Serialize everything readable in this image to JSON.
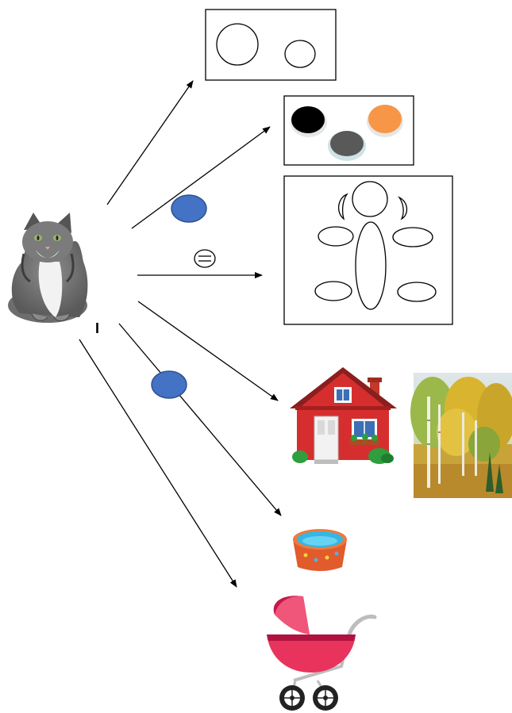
{
  "diagram": {
    "marker_letter": "I",
    "colors": {
      "arrow": "#000000",
      "blue_marker": "#4472c4",
      "paint_black": "#000000",
      "paint_gray": "#595959",
      "paint_orange": "#f79646",
      "house_red": "#d62e2e",
      "bowl_blue": "#34b7e6",
      "stroller_pink": "#e8335c"
    },
    "nodes": [
      "cat-picture",
      "two-circles-card",
      "paint-colors-card",
      "body-parts-card",
      "house-picture",
      "autumn-forest-picture",
      "pet-bowl-picture",
      "baby-stroller-picture"
    ]
  }
}
